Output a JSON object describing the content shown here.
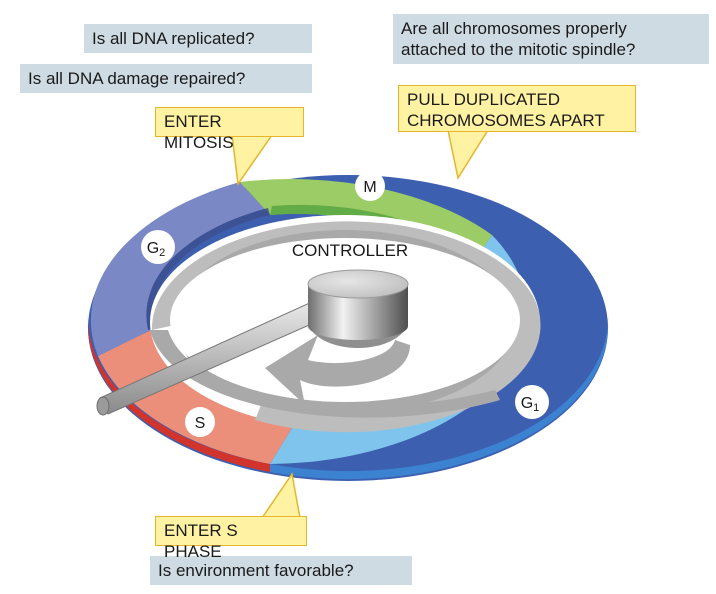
{
  "questions": {
    "dna_replicated": "Is all DNA replicated?",
    "dna_damage": "Is all DNA damage repaired?",
    "chromosomes_line1": "Are all chromosomes properly",
    "chromosomes_line2": "attached to the mitotic spindle?",
    "environment": "Is environment favorable?"
  },
  "transitions": {
    "enter_mitosis": "ENTER MITOSIS",
    "pull_apart_line1": "PULL DUPLICATED",
    "pull_apart_line2": "CHROMOSOMES APART",
    "enter_s_phase": "ENTER S PHASE"
  },
  "phases": {
    "m": "M",
    "g2": "G",
    "g2_sub": "2",
    "s": "S",
    "g1": "G",
    "g1_sub": "1"
  },
  "controller_label": "CONTROLLER",
  "colors": {
    "m": "#9ccc65",
    "g1": "#7fc4ec",
    "s": "#eb8f7a",
    "g2": "#7a88c6"
  }
}
